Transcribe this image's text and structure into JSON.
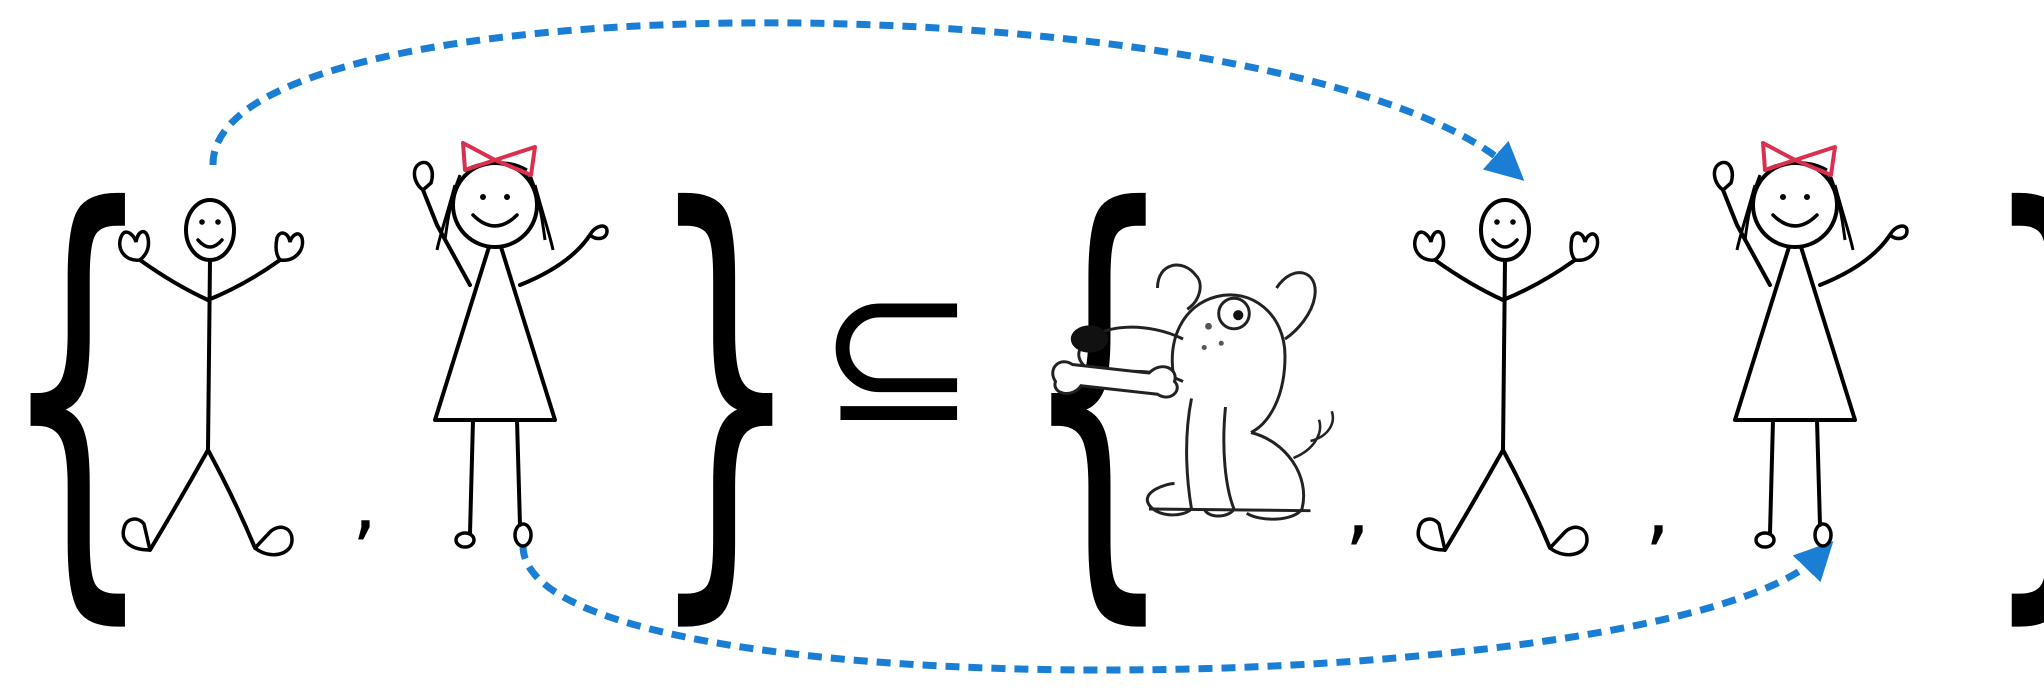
{
  "diagram": {
    "left_set": {
      "open_brace": "{",
      "close_brace": "}",
      "members": [
        "boy-figure",
        "girl-figure"
      ],
      "separators": [
        ","
      ]
    },
    "relation_symbol": "⊆",
    "right_set": {
      "open_brace": "{",
      "close_brace": "}",
      "members": [
        "dog-figure",
        "boy-figure",
        "girl-figure"
      ],
      "separators": [
        ",",
        ","
      ]
    },
    "colors": {
      "ink": "#000000",
      "bow": "#d9304f",
      "arrow": "#1a7fd4"
    }
  }
}
